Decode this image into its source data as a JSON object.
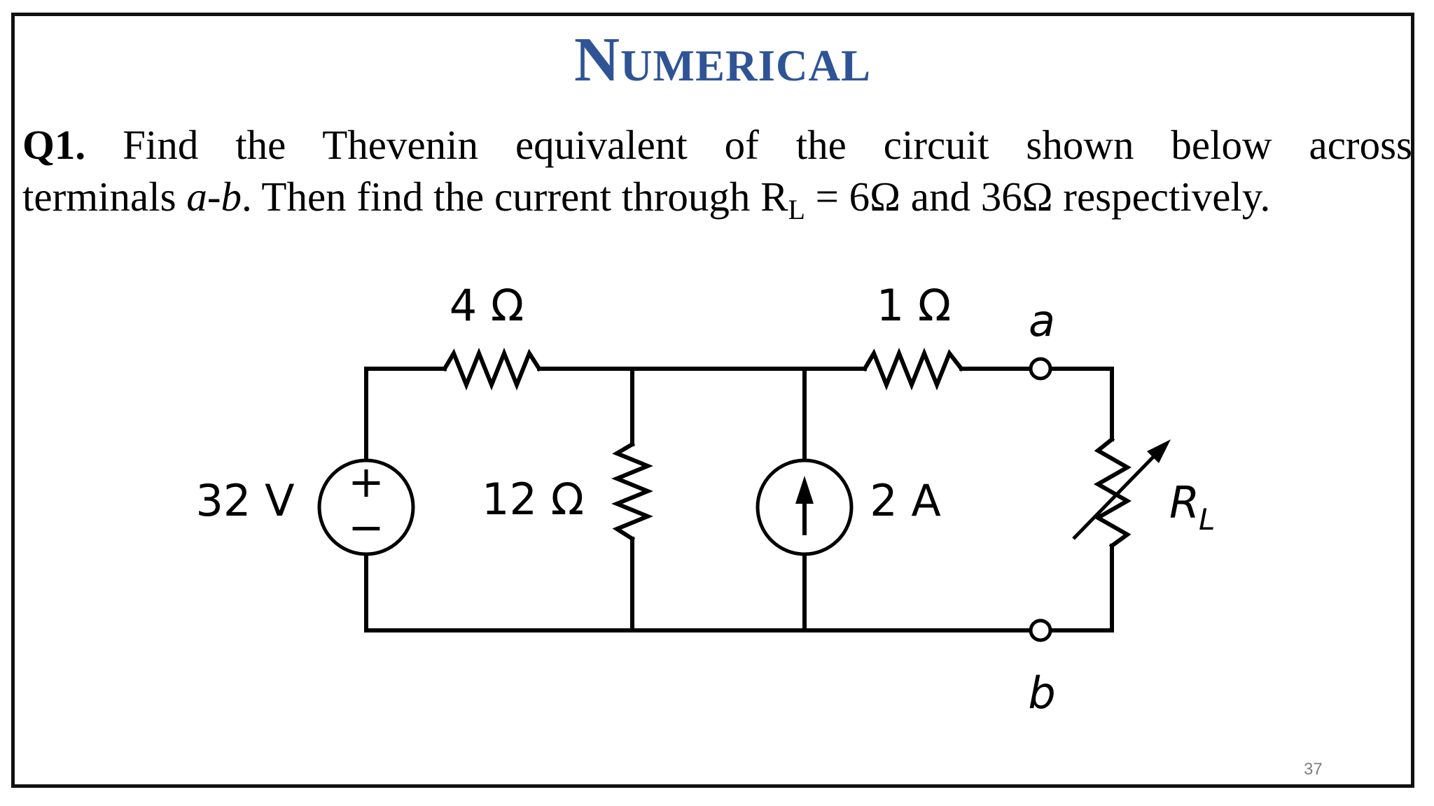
{
  "slide": {
    "title": "Numerical",
    "question": {
      "label": "Q1.",
      "line1_text": "Find the Thevenin equivalent of the circuit shown below across",
      "line2_pre": "terminals ",
      "line2_ab_a": "a",
      "line2_ab_dash": "-",
      "line2_ab_b": "b",
      "line2_mid": ". Then find the current through R",
      "line2_sub": "L",
      "line2_post": " = 6Ω and 36Ω respectively."
    },
    "page_number": "37"
  },
  "circuit": {
    "r1_label": "4 Ω",
    "r2_label": "1 Ω",
    "r3_label": "12 Ω",
    "source_v_label": "32 V",
    "source_i_label": "2 A",
    "load_label_main": "R",
    "load_label_sub": "L",
    "terminal_a": "a",
    "terminal_b": "b",
    "polarity_plus": "+",
    "polarity_minus": "−"
  },
  "colors": {
    "title": "#2f5496",
    "wire": "#000000",
    "page_number": "#7f7f7f"
  }
}
